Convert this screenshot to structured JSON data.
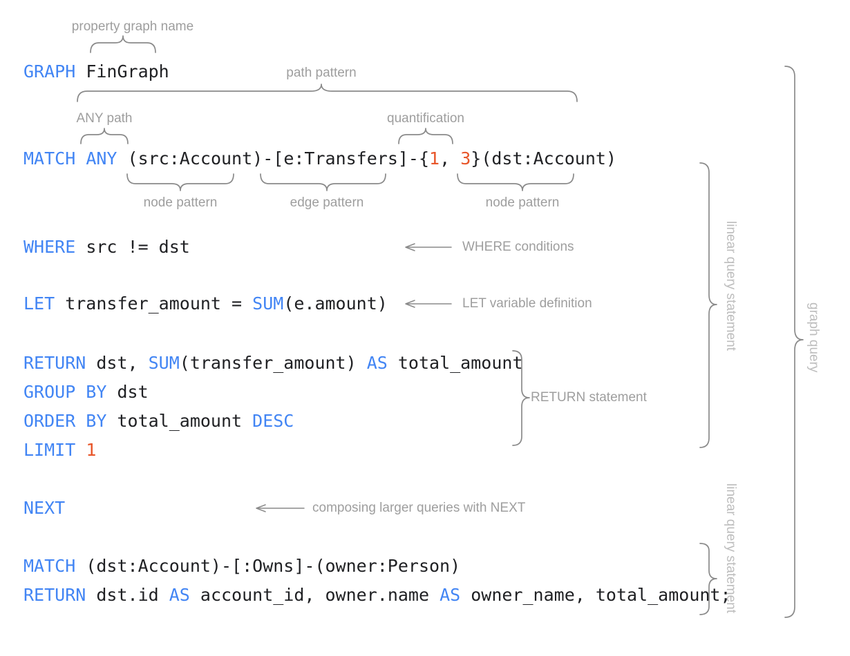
{
  "palette": {
    "keyword_blue": "#4285F4",
    "literal_orange": "#E8562A",
    "code_black": "#202124",
    "annotation_gray": "#9e9e9e",
    "brace_gray": "#8a8a8a",
    "background": "#ffffff"
  },
  "code": {
    "line_graph": {
      "keyword": "GRAPH",
      "space": " ",
      "name": "FinGraph"
    },
    "line_match": {
      "keyword": "MATCH",
      "space1": " ",
      "any": "ANY",
      "space2": " ",
      "src_node": "(src:Account)-[e:Transfers]-{",
      "q_min": "1",
      "q_sep": ", ",
      "q_max": "3",
      "q_close": "}(dst:Account)"
    },
    "line_where": {
      "keyword": "WHERE",
      "rest": " src != dst"
    },
    "line_let": {
      "keyword": "LET",
      "mid": " transfer_amount = ",
      "fn": "SUM",
      "rest": "(e.amount)"
    },
    "line_return": {
      "keyword": "RETURN",
      "mid": " dst, ",
      "fn": "SUM",
      "arg": "(transfer_amount) ",
      "as": "AS",
      "alias": " total_amount"
    },
    "line_group": {
      "keyword": "GROUP BY",
      "rest": " dst"
    },
    "line_order": {
      "keyword": "ORDER BY",
      "mid": " total_amount ",
      "dir": "DESC"
    },
    "line_limit": {
      "keyword": "LIMIT",
      "space": " ",
      "value": "1"
    },
    "line_next": {
      "keyword": "NEXT"
    },
    "line_match2": {
      "keyword": "MATCH",
      "rest": " (dst:Account)-[:Owns]-(owner:Person)"
    },
    "line_return2": {
      "keyword": "RETURN",
      "p1": " dst.id ",
      "as1": "AS",
      "p2": " account_id, owner.name ",
      "as2": "AS",
      "p3": " owner_name, total_amount;"
    }
  },
  "annotations": {
    "property_graph_name": "property graph name",
    "path_pattern": "path pattern",
    "any_path": "ANY path",
    "quantification": "quantification",
    "node_pattern_1": "node pattern",
    "edge_pattern": "edge pattern",
    "node_pattern_2": "node pattern",
    "where_conditions": "WHERE conditions",
    "let_variable_definition": "LET variable definition",
    "return_statement": "RETURN statement",
    "next_composition": "composing larger queries with NEXT",
    "linear_query_statement_1": "linear query statement",
    "linear_query_statement_2": "linear query statement",
    "graph_query": "graph query"
  }
}
